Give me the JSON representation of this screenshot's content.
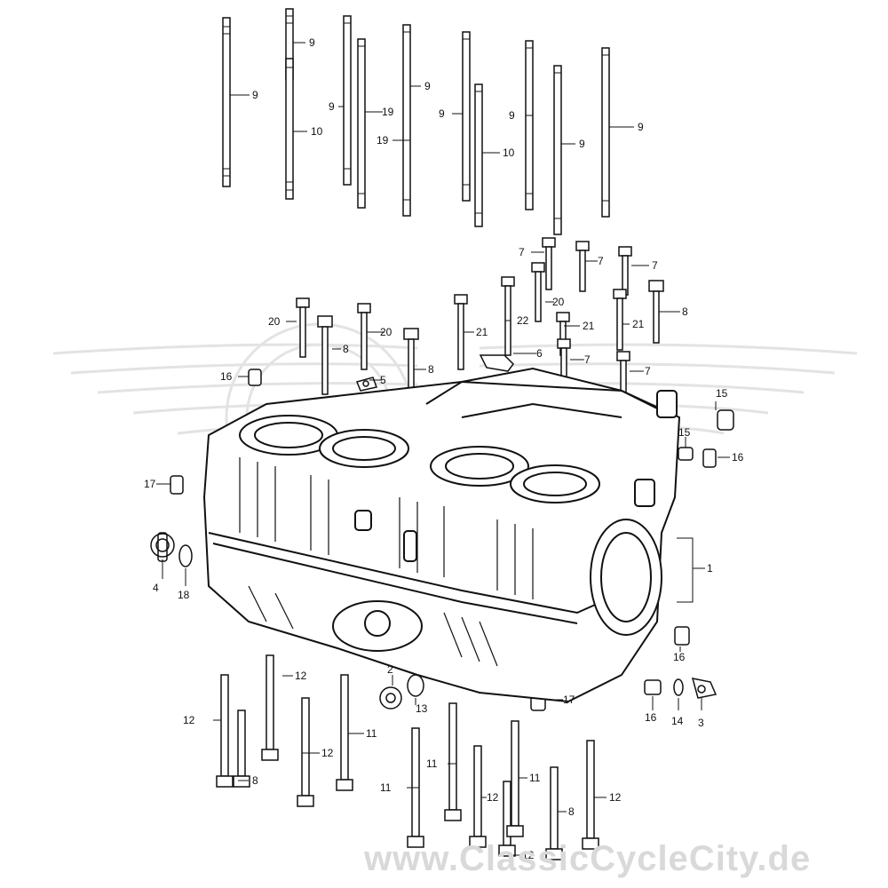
{
  "watermark": {
    "text": "www.ClassicCycleCity.de",
    "wing_color": "#e6e6e6",
    "text_color": "#d9d9d9"
  },
  "colors": {
    "line": "#111111",
    "background": "#ffffff",
    "shadow": "#e8e8e8"
  },
  "diagram": {
    "subject": "crankcase-exploded-view",
    "callouts": [
      "1",
      "2",
      "3",
      "4",
      "5",
      "6",
      "7",
      "8",
      "9",
      "10",
      "11",
      "12",
      "13",
      "14",
      "15",
      "16",
      "17",
      "18",
      "19",
      "20",
      "21",
      "22"
    ],
    "labels": [
      {
        "id": "l01",
        "text": "9"
      },
      {
        "id": "l02",
        "text": "9"
      },
      {
        "id": "l03",
        "text": "10"
      },
      {
        "id": "l04",
        "text": "9"
      },
      {
        "id": "l05",
        "text": "19"
      },
      {
        "id": "l06",
        "text": "19"
      },
      {
        "id": "l07",
        "text": "9"
      },
      {
        "id": "l08",
        "text": "9"
      },
      {
        "id": "l09",
        "text": "10"
      },
      {
        "id": "l10",
        "text": "9"
      },
      {
        "id": "l11",
        "text": "9"
      },
      {
        "id": "l12",
        "text": "9"
      },
      {
        "id": "l13",
        "text": "7"
      },
      {
        "id": "l14",
        "text": "7"
      },
      {
        "id": "l15",
        "text": "7"
      },
      {
        "id": "l16",
        "text": "20"
      },
      {
        "id": "l17",
        "text": "8"
      },
      {
        "id": "l18",
        "text": "20"
      },
      {
        "id": "l19",
        "text": "20"
      },
      {
        "id": "l20",
        "text": "21"
      },
      {
        "id": "l21",
        "text": "22"
      },
      {
        "id": "l22",
        "text": "21"
      },
      {
        "id": "l23",
        "text": "21"
      },
      {
        "id": "l24",
        "text": "8"
      },
      {
        "id": "l25",
        "text": "6"
      },
      {
        "id": "l26",
        "text": "8"
      },
      {
        "id": "l27",
        "text": "7"
      },
      {
        "id": "l28",
        "text": "7"
      },
      {
        "id": "l29",
        "text": "5"
      },
      {
        "id": "l30",
        "text": "16"
      },
      {
        "id": "l31",
        "text": "15"
      },
      {
        "id": "l32",
        "text": "15"
      },
      {
        "id": "l33",
        "text": "16"
      },
      {
        "id": "l34",
        "text": "17"
      },
      {
        "id": "l35",
        "text": "1"
      },
      {
        "id": "l36",
        "text": "4"
      },
      {
        "id": "l37",
        "text": "18"
      },
      {
        "id": "l38",
        "text": "16"
      },
      {
        "id": "l39",
        "text": "2"
      },
      {
        "id": "l40",
        "text": "13"
      },
      {
        "id": "l41",
        "text": "17"
      },
      {
        "id": "l42",
        "text": "16"
      },
      {
        "id": "l43",
        "text": "14"
      },
      {
        "id": "l44",
        "text": "3"
      },
      {
        "id": "l45",
        "text": "12"
      },
      {
        "id": "l46",
        "text": "12"
      },
      {
        "id": "l47",
        "text": "8"
      },
      {
        "id": "l48",
        "text": "12"
      },
      {
        "id": "l49",
        "text": "11"
      },
      {
        "id": "l50",
        "text": "11"
      },
      {
        "id": "l51",
        "text": "11"
      },
      {
        "id": "l52",
        "text": "12"
      },
      {
        "id": "l53",
        "text": "11"
      },
      {
        "id": "l54",
        "text": "12"
      },
      {
        "id": "l55",
        "text": "8"
      },
      {
        "id": "l56",
        "text": "12"
      }
    ]
  }
}
